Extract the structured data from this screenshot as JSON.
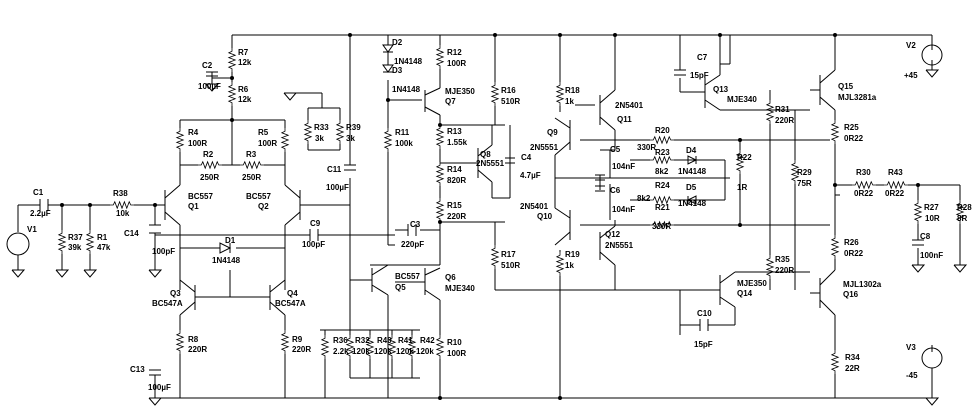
{
  "components": [
    {
      "ref": "R7",
      "value": "12k"
    },
    {
      "ref": "R6",
      "value": "12k"
    },
    {
      "ref": "C2",
      "value": "100µF"
    },
    {
      "ref": "R4",
      "value": "100R"
    },
    {
      "ref": "R5",
      "value": "100R"
    },
    {
      "ref": "R2",
      "value": "250R"
    },
    {
      "ref": "R3",
      "value": "250R"
    },
    {
      "ref": "R33",
      "value": "3k"
    },
    {
      "ref": "R39",
      "value": "3k"
    },
    {
      "ref": "C11",
      "value": "100µF"
    },
    {
      "ref": "Q1",
      "value": "BC557"
    },
    {
      "ref": "Q2",
      "value": "BC557"
    },
    {
      "ref": "C1",
      "value": "2.2µF"
    },
    {
      "ref": "R38",
      "value": "10k"
    },
    {
      "ref": "R37",
      "value": "39k"
    },
    {
      "ref": "R1",
      "value": "47k"
    },
    {
      "ref": "V1",
      "value": ""
    },
    {
      "ref": "C14",
      "value": "100pF"
    },
    {
      "ref": "D1",
      "value": "1N4148"
    },
    {
      "ref": "C9",
      "value": "100pF"
    },
    {
      "ref": "Q3",
      "value": "BC547A"
    },
    {
      "ref": "Q4",
      "value": "BC547A"
    },
    {
      "ref": "R8",
      "value": "220R"
    },
    {
      "ref": "R9",
      "value": "220R"
    },
    {
      "ref": "C13",
      "value": "100µF"
    },
    {
      "ref": "D2",
      "value": "1N4148"
    },
    {
      "ref": "D3",
      "value": "1N4148"
    },
    {
      "ref": "R12",
      "value": "100R"
    },
    {
      "ref": "Q7",
      "value": "MJE350"
    },
    {
      "ref": "R11",
      "value": "100k"
    },
    {
      "ref": "R13",
      "value": "1.55k"
    },
    {
      "ref": "R14",
      "value": "820R"
    },
    {
      "ref": "R15",
      "value": "220R"
    },
    {
      "ref": "Q8",
      "value": "2N5551"
    },
    {
      "ref": "C4",
      "value": "4.7µF"
    },
    {
      "ref": "C3",
      "value": "220pF"
    },
    {
      "ref": "Q5",
      "value": "BC557"
    },
    {
      "ref": "Q6",
      "value": "MJE340"
    },
    {
      "ref": "R36",
      "value": "2.2k"
    },
    {
      "ref": "R32",
      "value": "120k"
    },
    {
      "ref": "R40",
      "value": "120k"
    },
    {
      "ref": "R41",
      "value": "120k"
    },
    {
      "ref": "R42",
      "value": "120k"
    },
    {
      "ref": "R10",
      "value": "100R"
    },
    {
      "ref": "R16",
      "value": "510R"
    },
    {
      "ref": "R17",
      "value": "510R"
    },
    {
      "ref": "R18",
      "value": "1k"
    },
    {
      "ref": "R19",
      "value": "1k"
    },
    {
      "ref": "Q9",
      "value": "2N5551"
    },
    {
      "ref": "Q10",
      "value": "2N5401"
    },
    {
      "ref": "Q11",
      "value": "2N5401"
    },
    {
      "ref": "Q12",
      "value": "2N5551"
    },
    {
      "ref": "C5",
      "value": "104nF"
    },
    {
      "ref": "C6",
      "value": "104nF"
    },
    {
      "ref": "R20",
      "value": "330R"
    },
    {
      "ref": "R23",
      "value": "8k2"
    },
    {
      "ref": "D4",
      "value": "1N4148"
    },
    {
      "ref": "R24",
      "value": "8k2"
    },
    {
      "ref": "D5",
      "value": "1N4148"
    },
    {
      "ref": "R21",
      "value": "330R"
    },
    {
      "ref": "R22",
      "value": "1R"
    },
    {
      "ref": "C7",
      "value": "15pF"
    },
    {
      "ref": "Q13",
      "value": "MJE340"
    },
    {
      "ref": "R31",
      "value": "220R"
    },
    {
      "ref": "R29",
      "value": "75R"
    },
    {
      "ref": "R35",
      "value": "220R"
    },
    {
      "ref": "Q14",
      "value": "MJE350"
    },
    {
      "ref": "C10",
      "value": "15pF"
    },
    {
      "ref": "Q15",
      "value": "MJL3281a"
    },
    {
      "ref": "Q16",
      "value": "MJL1302a"
    },
    {
      "ref": "R25",
      "value": "0R22"
    },
    {
      "ref": "R26",
      "value": "0R22"
    },
    {
      "ref": "R30",
      "value": "0R22"
    },
    {
      "ref": "R43",
      "value": "0R22"
    },
    {
      "ref": "R27",
      "value": "10R"
    },
    {
      "ref": "C8",
      "value": "100nF"
    },
    {
      "ref": "R28",
      "value": "8R"
    },
    {
      "ref": "R34",
      "value": "22R"
    },
    {
      "ref": "V2",
      "value": "+45"
    },
    {
      "ref": "V3",
      "value": "-45"
    }
  ]
}
